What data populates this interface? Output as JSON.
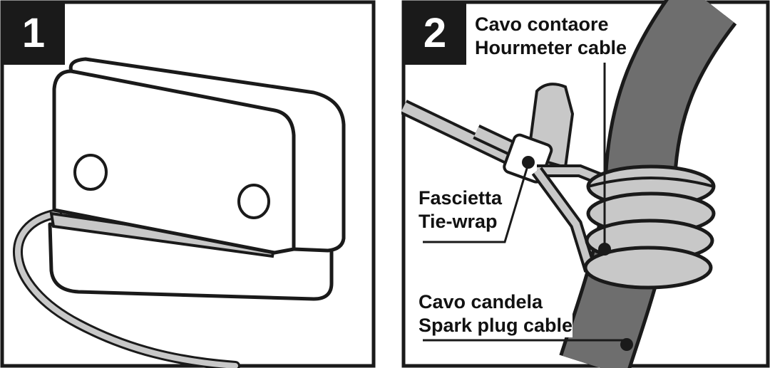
{
  "panels": [
    {
      "number": "1"
    },
    {
      "number": "2"
    }
  ],
  "labels": {
    "hourmeter_cable": {
      "it": "Cavo contaore",
      "en": "Hourmeter cable"
    },
    "tie_wrap": {
      "it": "Fascietta",
      "en": "Tie-wrap"
    },
    "spark_plug_cable": {
      "it": "Cavo candela",
      "en": "Spark plug cable"
    }
  },
  "colors": {
    "outline": "#1a1a1a",
    "light_grey": "#c8c8c8",
    "dark_grey": "#6e6e6e",
    "background": "#ffffff"
  }
}
